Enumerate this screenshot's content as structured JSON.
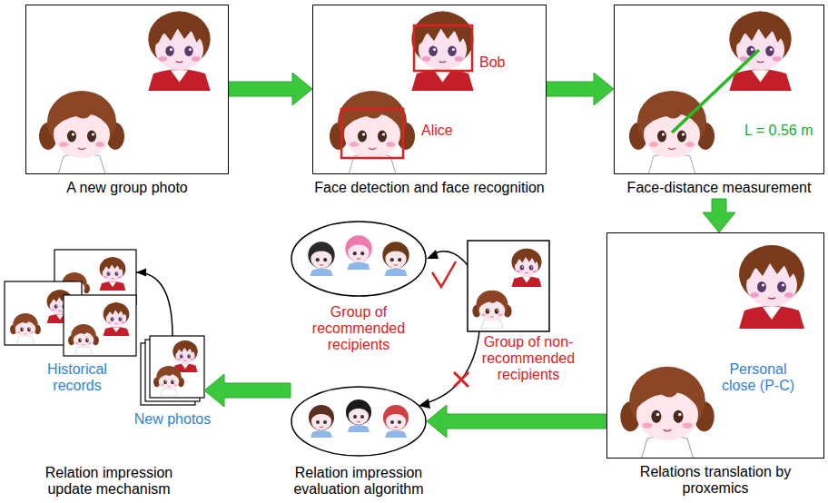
{
  "diagram": {
    "nodes": [
      {
        "text": [
          "A new group photo"
        ]
      },
      {
        "text": [
          "Face detection and face recognition",
          "Bob",
          "Alice"
        ]
      },
      {
        "text": [
          "Face-distance measurement",
          "L = 0.56 m"
        ]
      },
      {
        "text": [
          "Historical records"
        ]
      },
      {
        "text": [
          "New photos"
        ]
      },
      {
        "text": [
          "Group of recommended recipients"
        ]
      },
      {
        "text": [
          "Group of non-recommended recipients"
        ]
      },
      {
        "text": [
          "Relations translation by proxemics",
          "Personal close (P-C)"
        ]
      }
    ],
    "edges": [
      {
        "from": 0,
        "to": 1,
        "arrow": "to"
      },
      {
        "from": 1,
        "to": 2,
        "arrow": "to"
      },
      {
        "from": 2,
        "to": 7,
        "arrow": "to"
      },
      {
        "from": 7,
        "to": 6,
        "arrow": "to"
      },
      {
        "from": 6,
        "to": 4,
        "arrow": "to"
      },
      {
        "from": 4,
        "to": 3,
        "arrow": "to"
      }
    ],
    "labels": [
      "Relation impression evaluation algorithm",
      "Relation impression update mechanism"
    ]
  }
}
